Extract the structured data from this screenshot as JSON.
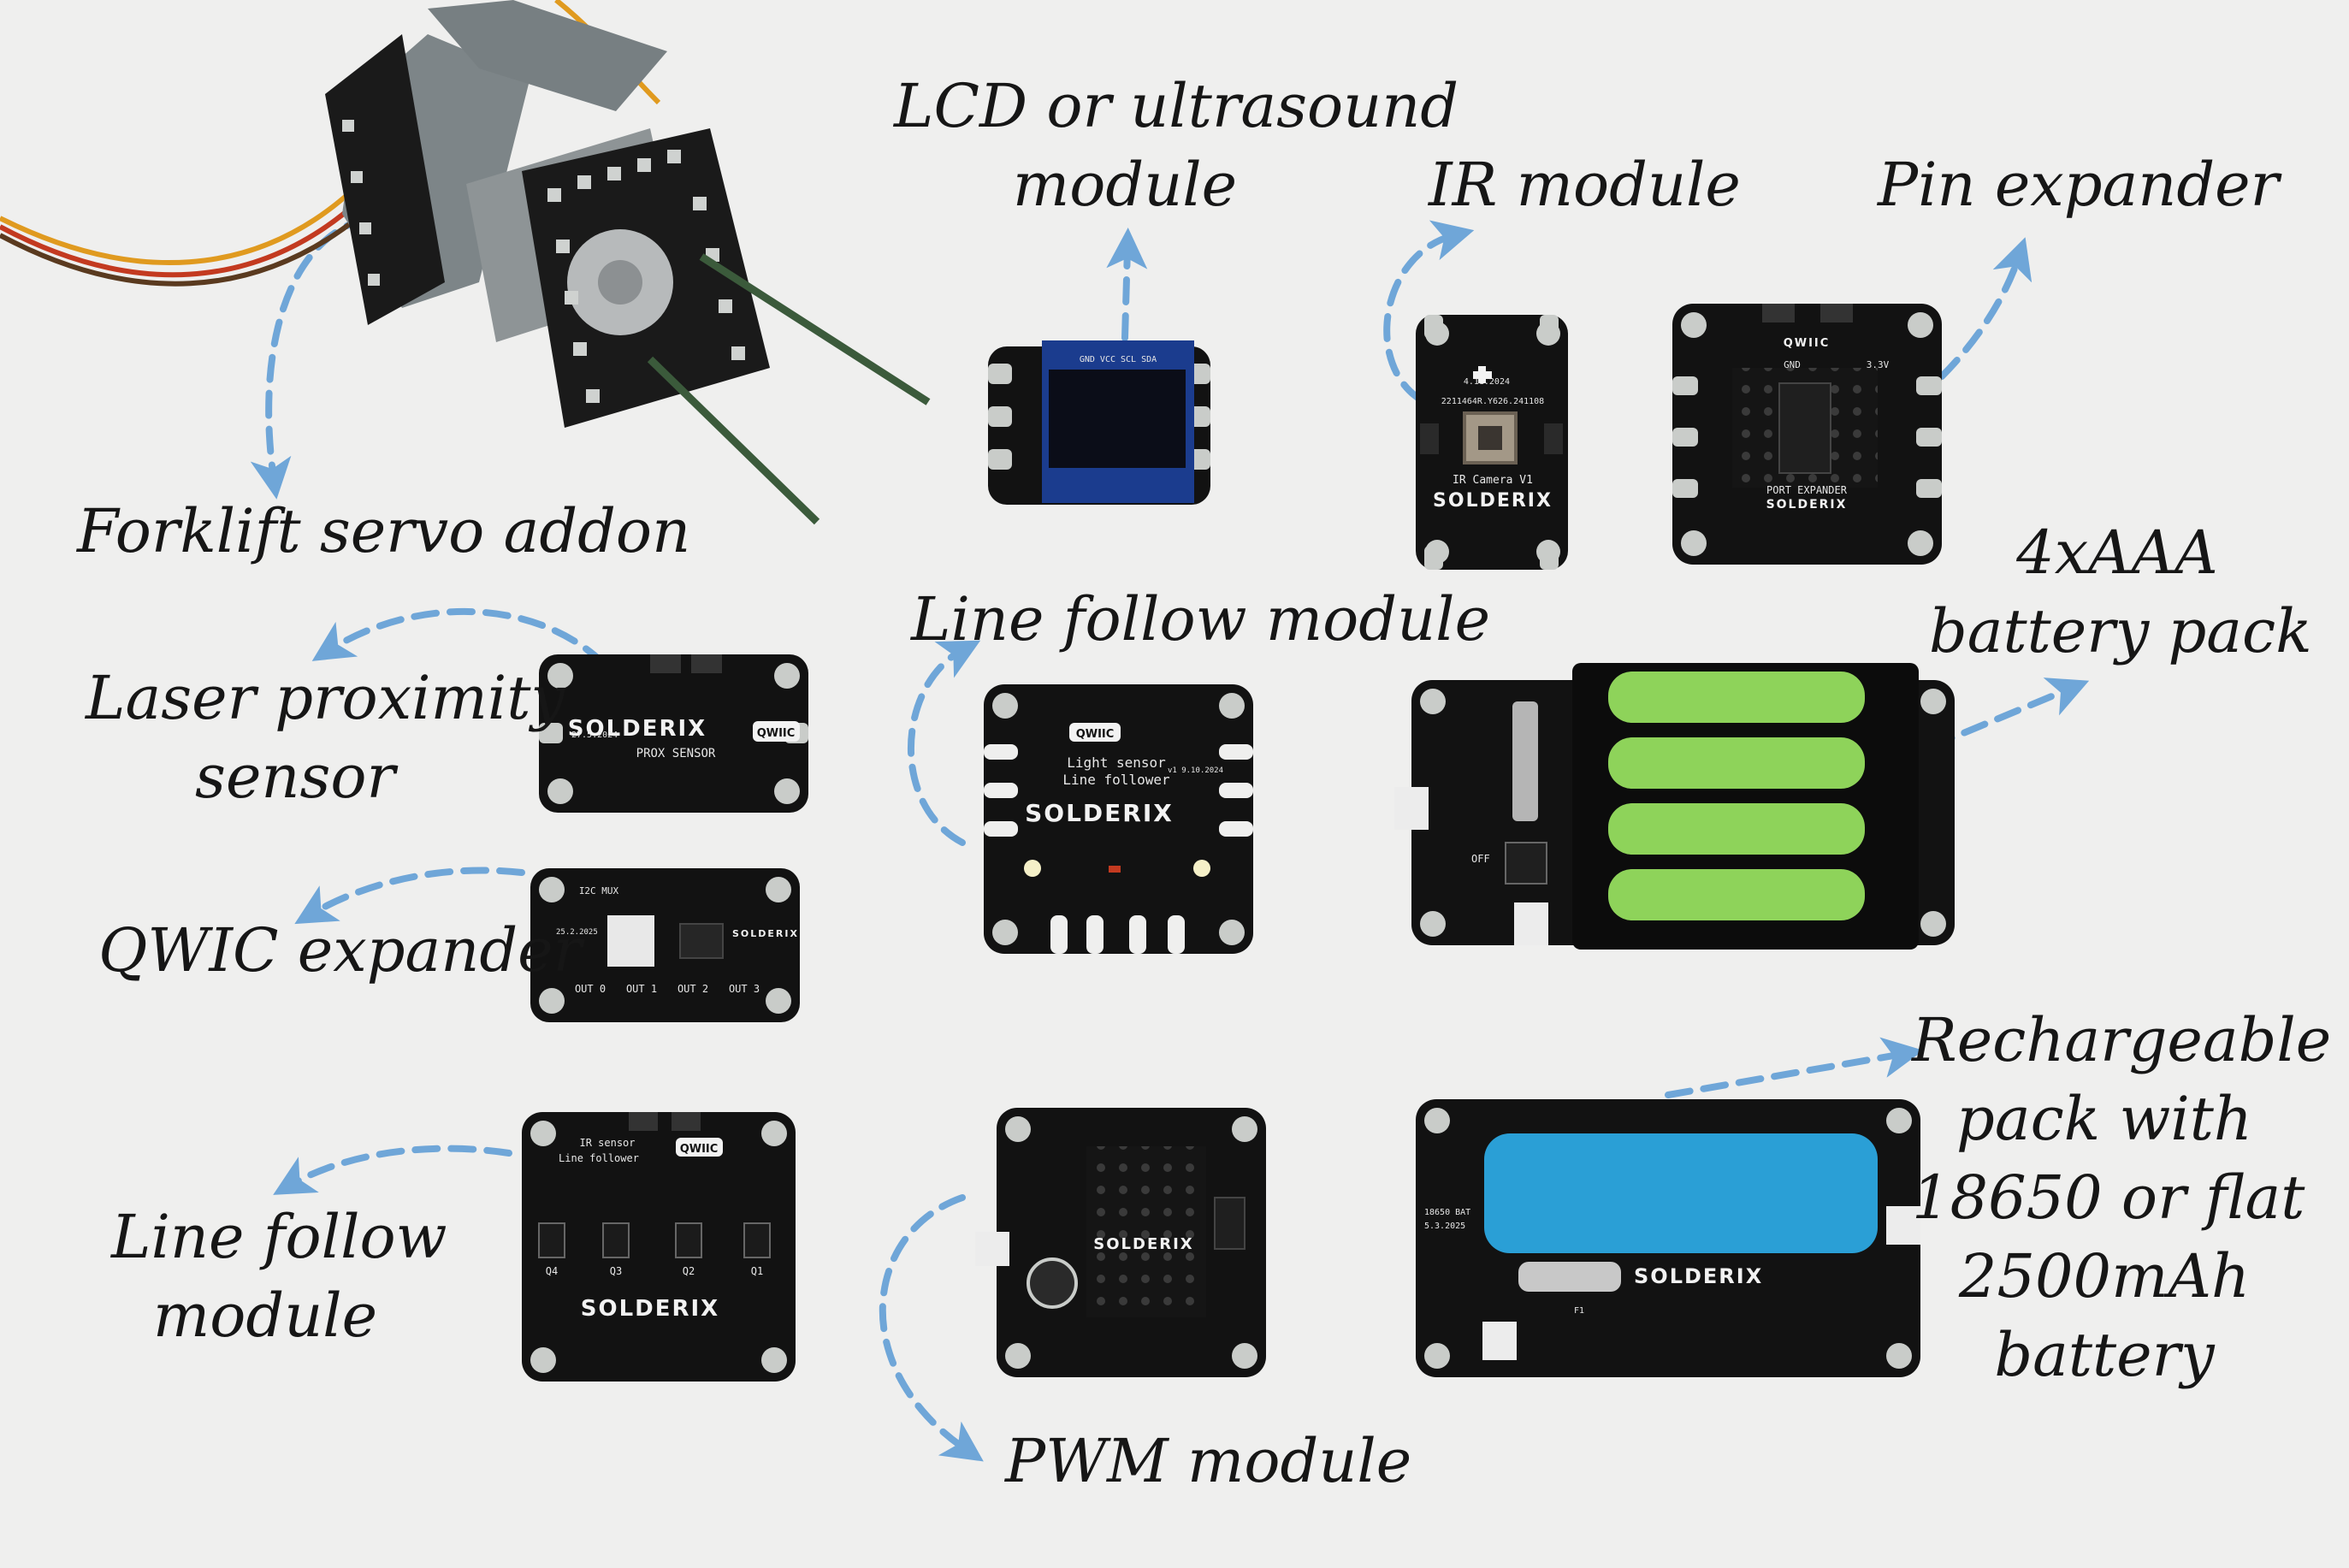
{
  "labels": {
    "forklift": "Forklift servo addon",
    "lcd_line1": "LCD or ultrasound",
    "lcd_line2": "module",
    "ir": "IR module",
    "pin_expander": "Pin expander",
    "line_follow_center": "Line follow module",
    "battery_line1": "4xAAA",
    "battery_line2": "battery pack",
    "laser_line1": "Laser proximity",
    "laser_line2": "sensor",
    "qwic": "QWIC expander",
    "line_follow_left_line1": "Line follow",
    "line_follow_left_line2": "module",
    "pwm": "PWM module",
    "rech_line1": "Rechargeable",
    "rech_line2": "pack with",
    "rech_line3": "18650 or flat",
    "rech_line4": "2500mAh",
    "rech_line5": "battery"
  },
  "pcb": {
    "brand": "SOLDERIX",
    "qwiic": "QWIIC",
    "ir_camera": "IR Camera V1",
    "ir_date": "4.11.2024",
    "ir_code": "2211464R.Y626.241108",
    "port_expander": "PORT EXPANDER",
    "port_v": "3.3V",
    "port_gnd": "GND",
    "prox_sensor": "PROX SENSOR",
    "prox_date": "27.5.2024",
    "light_sensor": "Light sensor",
    "line_follower": "Line follower",
    "light_date": "v1 9.10.2024",
    "i2c_mux": "I2C MUX",
    "mux_date": "25.2.2025",
    "mux_outs": [
      "OUT 0",
      "OUT 1",
      "OUT 2",
      "OUT 3"
    ],
    "ir_sensor": "IR sensor",
    "ir_follower": "Line follower",
    "ir_follow_qs": [
      "Q4",
      "Q3",
      "Q2",
      "Q1"
    ],
    "oled_pins": "GND VCC SCL SDA",
    "battery_off": "OFF",
    "bat18650_label": "18650 BAT",
    "bat18650_date": "5.3.2025",
    "fuse_label": "F1"
  },
  "colors": {
    "background": "#efefee",
    "pcb": "#121212",
    "pad": "#c9ccc9",
    "arrow": "#6fa6d8",
    "battery_green": "#8ed35a",
    "battery_blue": "#2a9fd6",
    "servo_grey": "#8e9496"
  }
}
